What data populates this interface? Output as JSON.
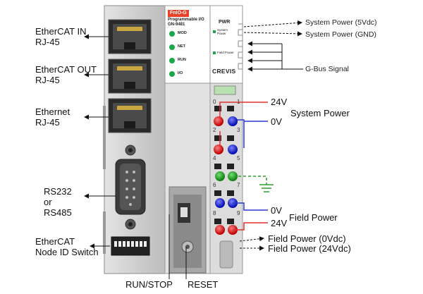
{
  "module": {
    "brand_badge": "FnIO-G",
    "type_line": "Programmable I/O",
    "model": "GN-9481",
    "leds": [
      "MOD",
      "NET",
      "RUN",
      "I/O"
    ],
    "pwr_label": "PWR",
    "system_power_label": "System Power",
    "field_power_label": "Field Power",
    "manufacturer": "CREVIS",
    "terminal_numbers": [
      "0",
      "1",
      "2",
      "3",
      "4",
      "5",
      "6",
      "7",
      "8",
      "9"
    ]
  },
  "left_labels": {
    "ethercat_in": [
      "EtherCAT IN",
      "RJ-45"
    ],
    "ethercat_out": [
      "EtherCAT OUT",
      "RJ-45"
    ],
    "ethernet": [
      "Ethernet",
      "RJ-45"
    ],
    "serial": [
      "RS232",
      "or",
      "RS485"
    ],
    "node_id": [
      "EtherCAT",
      "Node ID Switch"
    ]
  },
  "bottom_labels": {
    "run_stop": "RUN/STOP",
    "reset": "RESET"
  },
  "right_labels": {
    "system_power_5v": "System Power (5Vdc)",
    "system_power_gnd": "System Power (GND)",
    "gbus": "G-Bus Signal",
    "v24_top": "24V",
    "system_power": "System Power",
    "v0_top": "0V",
    "v0_bottom": "0V",
    "field_power": "Field Power",
    "v24_bottom": "24V",
    "field_power_0v": "Field Power (0Vdc)",
    "field_power_24v": "Field Power (24Vdc)"
  },
  "colors": {
    "red_line": "#e03030",
    "blue_line": "#2a3ad0",
    "green_line": "#2e9e2e",
    "led_green": "#1aa84a",
    "housing": "#d2d2d2",
    "badge": "#e8412a"
  }
}
